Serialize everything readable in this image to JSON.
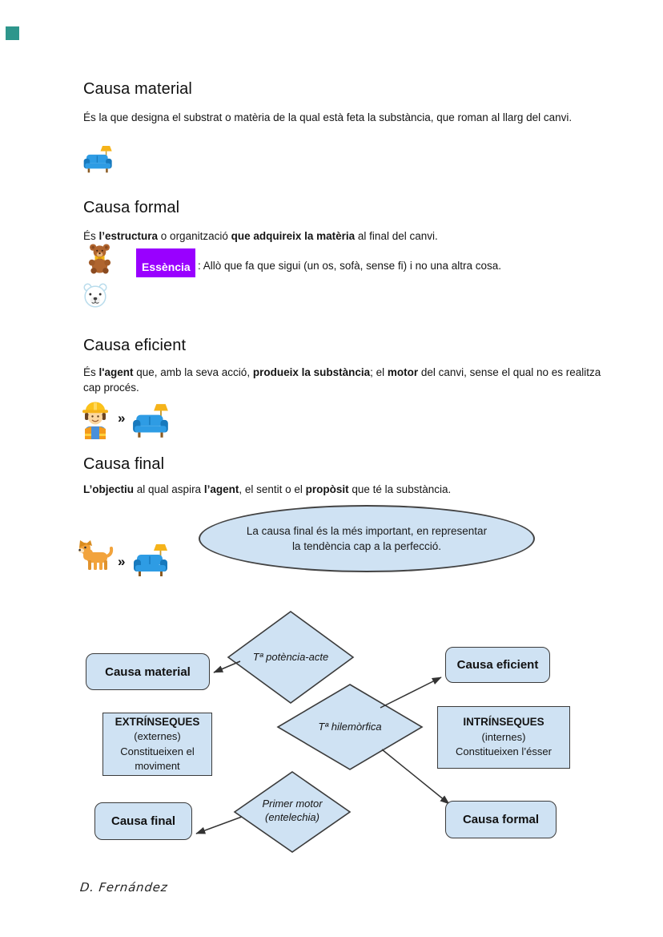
{
  "colors": {
    "shape_fill": "#cfe2f3",
    "shape_stroke": "#3b3b3b",
    "highlight": "#9900ff",
    "callout_fill": "#cfe2f3",
    "corner_marker": "#2e968c"
  },
  "icons": {
    "couch_lamp": "🛋️",
    "teddy_bear": "🧸",
    "polar_bear": "🐻‍❄️",
    "construction_worker": "👷",
    "dog": "🐕",
    "arrow_chevrons": "»"
  },
  "sections": {
    "material": {
      "title": "Causa material",
      "body": "És la que designa el substrat o matèria de la qual està feta la substància, que roman al llarg del canvi."
    },
    "formal": {
      "title": "Causa formal",
      "segments": [
        {
          "t": "És "
        },
        {
          "t": "l’estructura"
        },
        {
          "t": " o organització "
        },
        {
          "t": "que adquireix la matèria"
        },
        {
          "t": " al final del canvi."
        }
      ],
      "essencia": {
        "label": "Essència",
        "text": ": Allò que fa que sigui (un os, sofà, sense fi) i no una altra cosa."
      }
    },
    "eficient": {
      "title": "Causa eficient",
      "segments": [
        {
          "t": "És "
        },
        {
          "t": "l'agent"
        },
        {
          "t": " que, amb la seva acció, "
        },
        {
          "t": "produeix la substància"
        },
        {
          "t": "; el "
        },
        {
          "t": "motor"
        },
        {
          "t": " del canvi, sense el qual no es realitza cap procés."
        }
      ]
    },
    "final": {
      "title": "Causa final",
      "segments": [
        {
          "t": "L’objectiu"
        },
        {
          "t": " al qual aspira "
        },
        {
          "t": "l’agent"
        },
        {
          "t": ", el sentit o el "
        },
        {
          "t": "propòsit"
        },
        {
          "t": " que té la substància."
        }
      ],
      "callout": {
        "line1": "La causa final és la més important, en representar",
        "line2": "la tendència cap a la perfecció."
      }
    }
  },
  "diagram": {
    "boxes": [
      {
        "label": "Causa material"
      },
      {
        "label": "Causa eficient"
      },
      {
        "label": "Causa final"
      },
      {
        "label": "Causa formal"
      }
    ],
    "diamonds": [
      {
        "label": "Tª potència-acte"
      },
      {
        "label": "Tª hilemòrfica"
      },
      {
        "line1": "Primer motor",
        "line2": "(entelechia)"
      }
    ],
    "rects": [
      {
        "lines": [
          "EXTRÍNSEQUES",
          "(externes)",
          "Constitueixen el",
          "moviment"
        ]
      },
      {
        "lines": [
          "INTRÍNSEQUES",
          "(internes)",
          "Constitueixen l’ésser"
        ]
      }
    ]
  },
  "footer": {
    "signature": "D. Fernández"
  }
}
